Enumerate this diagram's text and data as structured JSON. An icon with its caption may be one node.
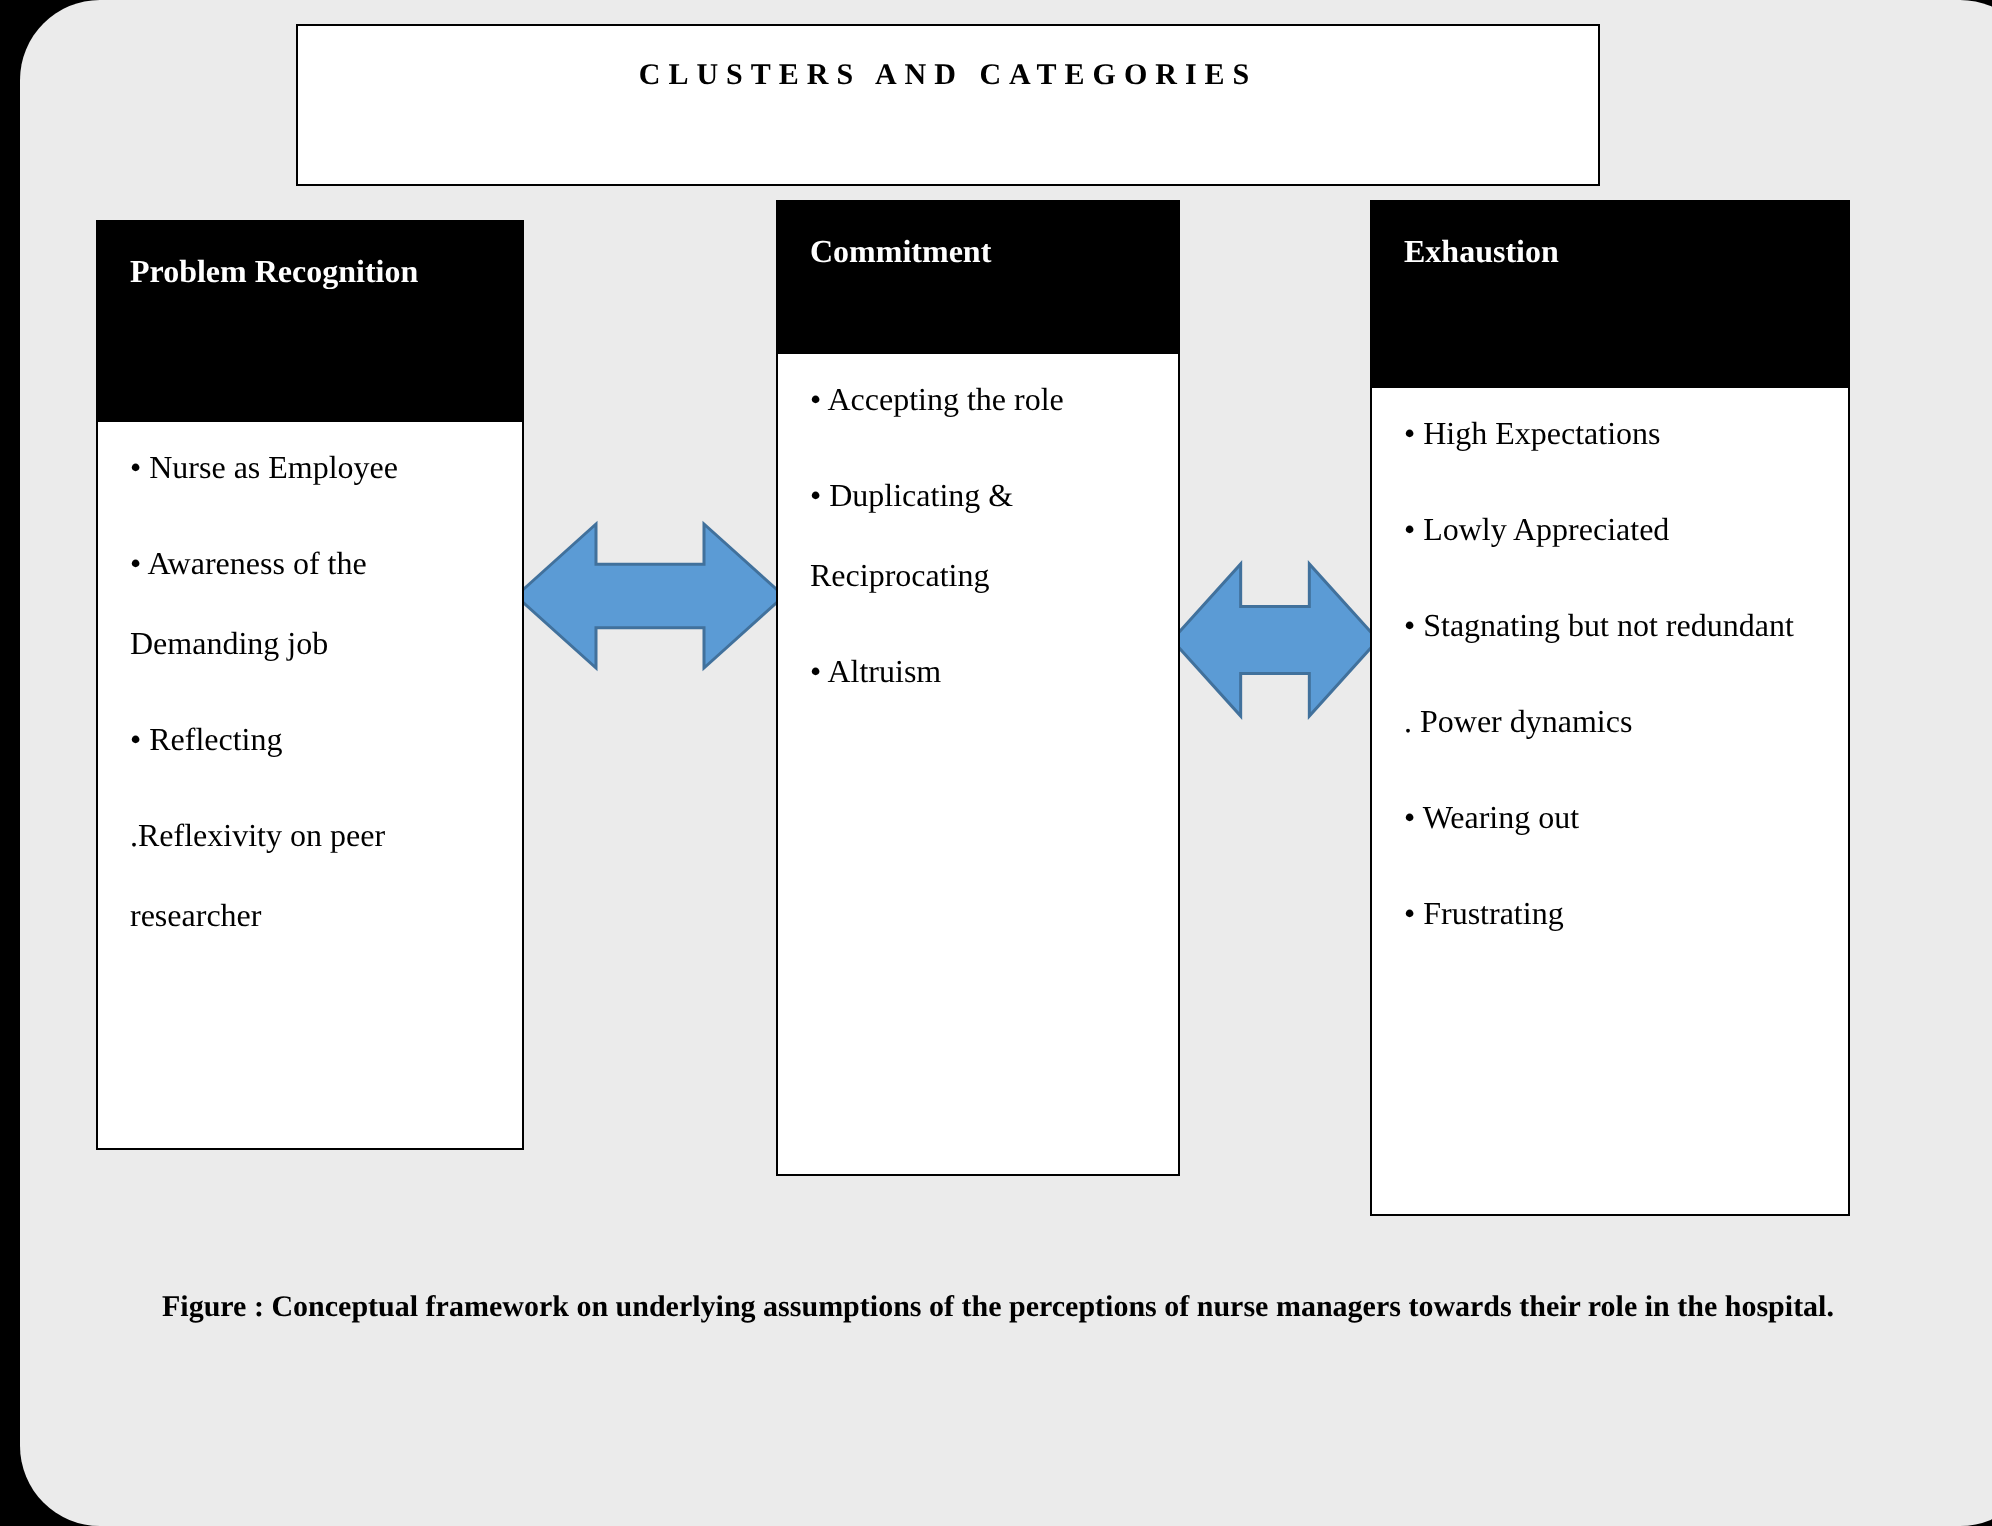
{
  "diagram": {
    "title": "CLUSTERS AND CATEGORIES",
    "nodes": [
      {
        "text": [
          "Problem Recognition",
          "• Nurse as Employee",
          "• Awareness of the Demanding job",
          "• Reflecting",
          ".Reflexivity on peer researcher"
        ]
      },
      {
        "text": [
          "Commitment",
          "• Accepting the role",
          "• Duplicating & Reciprocating",
          "• Altruism"
        ]
      },
      {
        "text": [
          "Exhaustion",
          "• High Expectations",
          "• Lowly Appreciated",
          "• Stagnating but not redundant",
          ". Power dynamics",
          "• Wearing out",
          "• Frustrating"
        ]
      }
    ],
    "edges": [
      {
        "from": 0,
        "to": 1,
        "arrow": "both"
      },
      {
        "from": 1,
        "to": 2,
        "arrow": "both"
      }
    ],
    "caption": "Figure : Conceptual framework on underlying assumptions of the perceptions of nurse managers towards their role in the hospital."
  }
}
